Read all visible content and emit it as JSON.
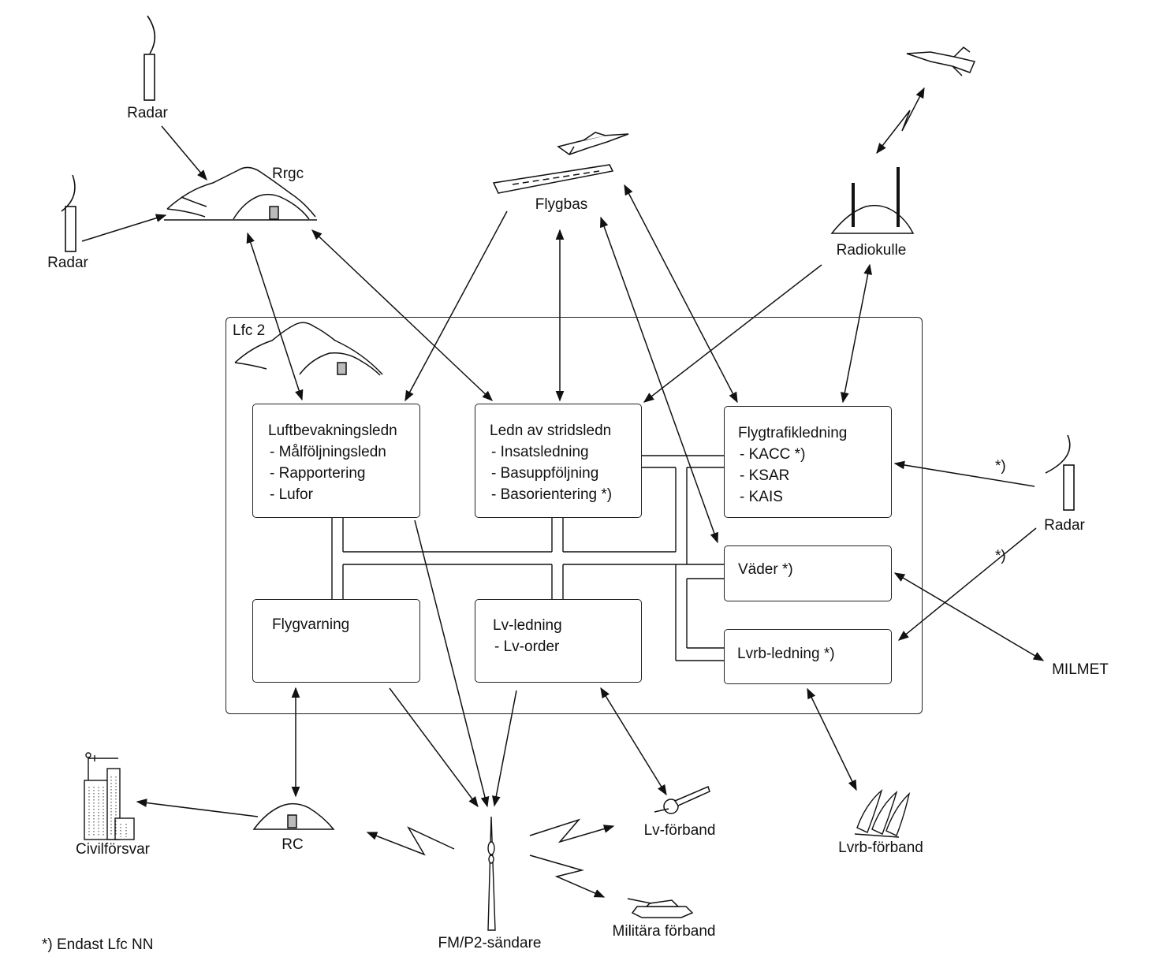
{
  "labels": {
    "radar_top": "Radar",
    "radar_left": "Radar",
    "radar_right": "Radar",
    "rrgc": "Rrgc",
    "flygbas": "Flygbas",
    "radiokulle": "Radiokulle",
    "lfc2": "Lfc 2",
    "milmet": "MILMET",
    "civilforsvar": "Civilförsvar",
    "rc": "RC",
    "fm_sandare": "FM/P2-sändare",
    "lv_forband": "Lv-förband",
    "militara_forband": "Militära förband",
    "lvrb_forband": "Lvrb-förband",
    "star_1": "*)",
    "star_2": "*)"
  },
  "boxes": {
    "luftbevakning": {
      "title": "Luftbevakningsledn",
      "items": [
        "- Målföljningsledn",
        "- Rapportering",
        "- Lufor"
      ]
    },
    "stridsledn": {
      "title": "Ledn av stridsledn",
      "items": [
        "- Insatsledning",
        "- Basuppföljning",
        "- Basorientering *)"
      ]
    },
    "flygtrafik": {
      "title": "Flygtrafikledning",
      "items": [
        "- KACC *)",
        "- KSAR",
        "- KAIS"
      ]
    },
    "vader": {
      "title": "Väder *)"
    },
    "flygvarning": {
      "title": "Flygvarning"
    },
    "lvledning": {
      "title": "Lv-ledning",
      "items": [
        "- Lv-order"
      ]
    },
    "lvrb": {
      "title": "Lvrb-ledning *)"
    }
  },
  "footnote": "*) Endast Lfc NN"
}
